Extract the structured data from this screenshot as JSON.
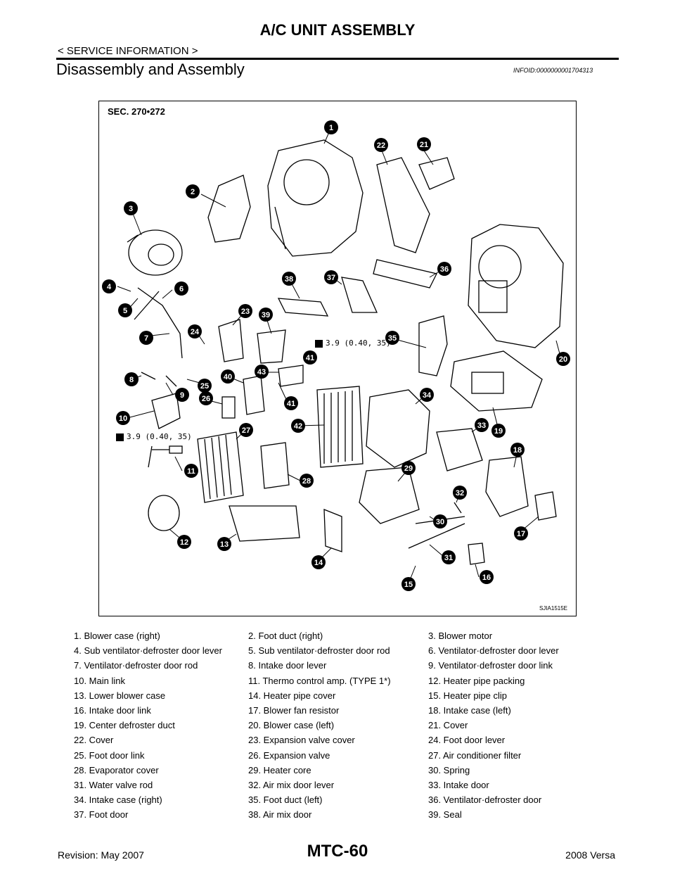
{
  "header": {
    "title": "A/C UNIT ASSEMBLY",
    "subtitle": "< SERVICE INFORMATION >"
  },
  "section": {
    "title": "Disassembly and Assembly",
    "id": "INFOID:0000000001704313"
  },
  "figure": {
    "sec_label": "SEC. 270•272",
    "figure_id": "SJIA1515E",
    "torque_1": "3.9 (0.40, 35)",
    "torque_2": "3.9 (0.40, 35)",
    "callouts": [
      "1",
      "2",
      "3",
      "4",
      "5",
      "6",
      "7",
      "8",
      "9",
      "10",
      "11",
      "12",
      "13",
      "14",
      "15",
      "16",
      "17",
      "18",
      "19",
      "20",
      "21",
      "22",
      "23",
      "24",
      "25",
      "26",
      "27",
      "28",
      "29",
      "30",
      "31",
      "32",
      "33",
      "34",
      "35",
      "36",
      "37",
      "38",
      "39",
      "40",
      "41",
      "41",
      "42",
      "43"
    ]
  },
  "parts": [
    [
      "1.  Blower case (right)",
      "2.  Foot duct (right)",
      "3.  Blower motor"
    ],
    [
      "4.  Sub ventilator·defroster door lever",
      "5.  Sub ventilator·defroster door rod",
      "6.  Ventilator·defroster door lever"
    ],
    [
      "7.  Ventilator·defroster door rod",
      "8.  Intake door lever",
      "9.  Ventilator·defroster door link"
    ],
    [
      "10.  Main link",
      "11.  Thermo control amp. (TYPE 1*)",
      "12.  Heater pipe packing"
    ],
    [
      "13.  Lower blower case",
      "14.  Heater pipe cover",
      "15.  Heater pipe clip"
    ],
    [
      "16.  Intake door link",
      "17.  Blower fan resistor",
      "18.  Intake case (left)"
    ],
    [
      "19.  Center defroster duct",
      "20.  Blower case (left)",
      "21.  Cover"
    ],
    [
      "22.  Cover",
      "23.  Expansion valve cover",
      "24.  Foot door lever"
    ],
    [
      "25.  Foot door link",
      "26.  Expansion valve",
      "27.  Air conditioner filter"
    ],
    [
      "28.  Evaporator cover",
      "29.  Heater core",
      "30.  Spring"
    ],
    [
      "31.  Water valve rod",
      "32.  Air mix door lever",
      "33.  Intake door"
    ],
    [
      "34.  Intake case (right)",
      "35.  Foot duct (left)",
      "36.  Ventilator·defroster door"
    ],
    [
      "37.  Foot door",
      "38.  Air mix door",
      "39.  Seal"
    ]
  ],
  "footer": {
    "revision": "Revision: May 2007",
    "page": "MTC-60",
    "model": "2008 Versa"
  }
}
